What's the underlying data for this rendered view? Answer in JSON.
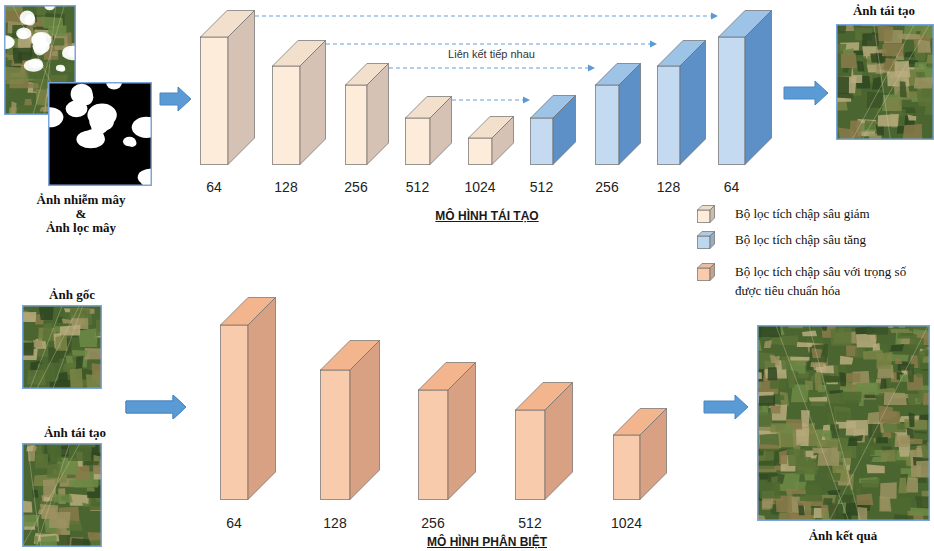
{
  "diagram": {
    "nodes": [
      {
        "text": [
          "Ảnh nhiễm mây",
          "&",
          "Ảnh lọc mây"
        ]
      },
      {
        "text": [
          "MÔ HÌNH TÁI TẠO"
        ]
      },
      {
        "text": [
          "64"
        ],
        "in": 1
      },
      {
        "text": [
          "128"
        ],
        "in": 1
      },
      {
        "text": [
          "256"
        ],
        "in": 1
      },
      {
        "text": [
          "512"
        ],
        "in": 1
      },
      {
        "text": [
          "1024"
        ],
        "in": 1
      },
      {
        "text": [
          "512"
        ],
        "in": 1
      },
      {
        "text": [
          "256"
        ],
        "in": 1
      },
      {
        "text": [
          "128"
        ],
        "in": 1
      },
      {
        "text": [
          "64"
        ],
        "in": 1
      },
      {
        "text": [
          "Ảnh tái tạo"
        ]
      },
      {
        "text": [
          "Ảnh gốc"
        ]
      },
      {
        "text": [
          "Ảnh tái tạo"
        ]
      },
      {
        "text": [
          "MÔ HÌNH PHÂN BIỆT"
        ]
      },
      {
        "text": [
          "64"
        ],
        "in": 14
      },
      {
        "text": [
          "128"
        ],
        "in": 14
      },
      {
        "text": [
          "256"
        ],
        "in": 14
      },
      {
        "text": [
          "512"
        ],
        "in": 14
      },
      {
        "text": [
          "1024"
        ],
        "in": 14
      },
      {
        "text": [
          "Ảnh kết quả"
        ]
      }
    ],
    "edges": [
      {
        "from": 0,
        "to": 1,
        "arrow": "to"
      },
      {
        "from": 2,
        "to": 10,
        "arrow": "to"
      },
      {
        "from": 3,
        "to": 9,
        "arrow": "to",
        "label": "Liên kết tiếp nhau"
      },
      {
        "from": 4,
        "to": 8,
        "arrow": "to"
      },
      {
        "from": 5,
        "to": 7,
        "arrow": "to"
      },
      {
        "from": 1,
        "to": 11,
        "arrow": "to"
      },
      {
        "from": 12,
        "to": 14,
        "arrow": "to"
      },
      {
        "from": 13,
        "to": 14,
        "arrow": "to"
      },
      {
        "from": 14,
        "to": 20,
        "arrow": "to"
      }
    ],
    "legend": [
      {
        "text": "Bộ lọc tích chập sâu giảm",
        "color": "#fcecd9"
      },
      {
        "text": "Bộ lọc tích chập sâu tăng",
        "color": "#bdd7ee"
      },
      {
        "text": "Bộ lọc tích chập sâu với trọng số được tiêu chuẩn hóa",
        "color": "#f8cbad"
      }
    ]
  }
}
